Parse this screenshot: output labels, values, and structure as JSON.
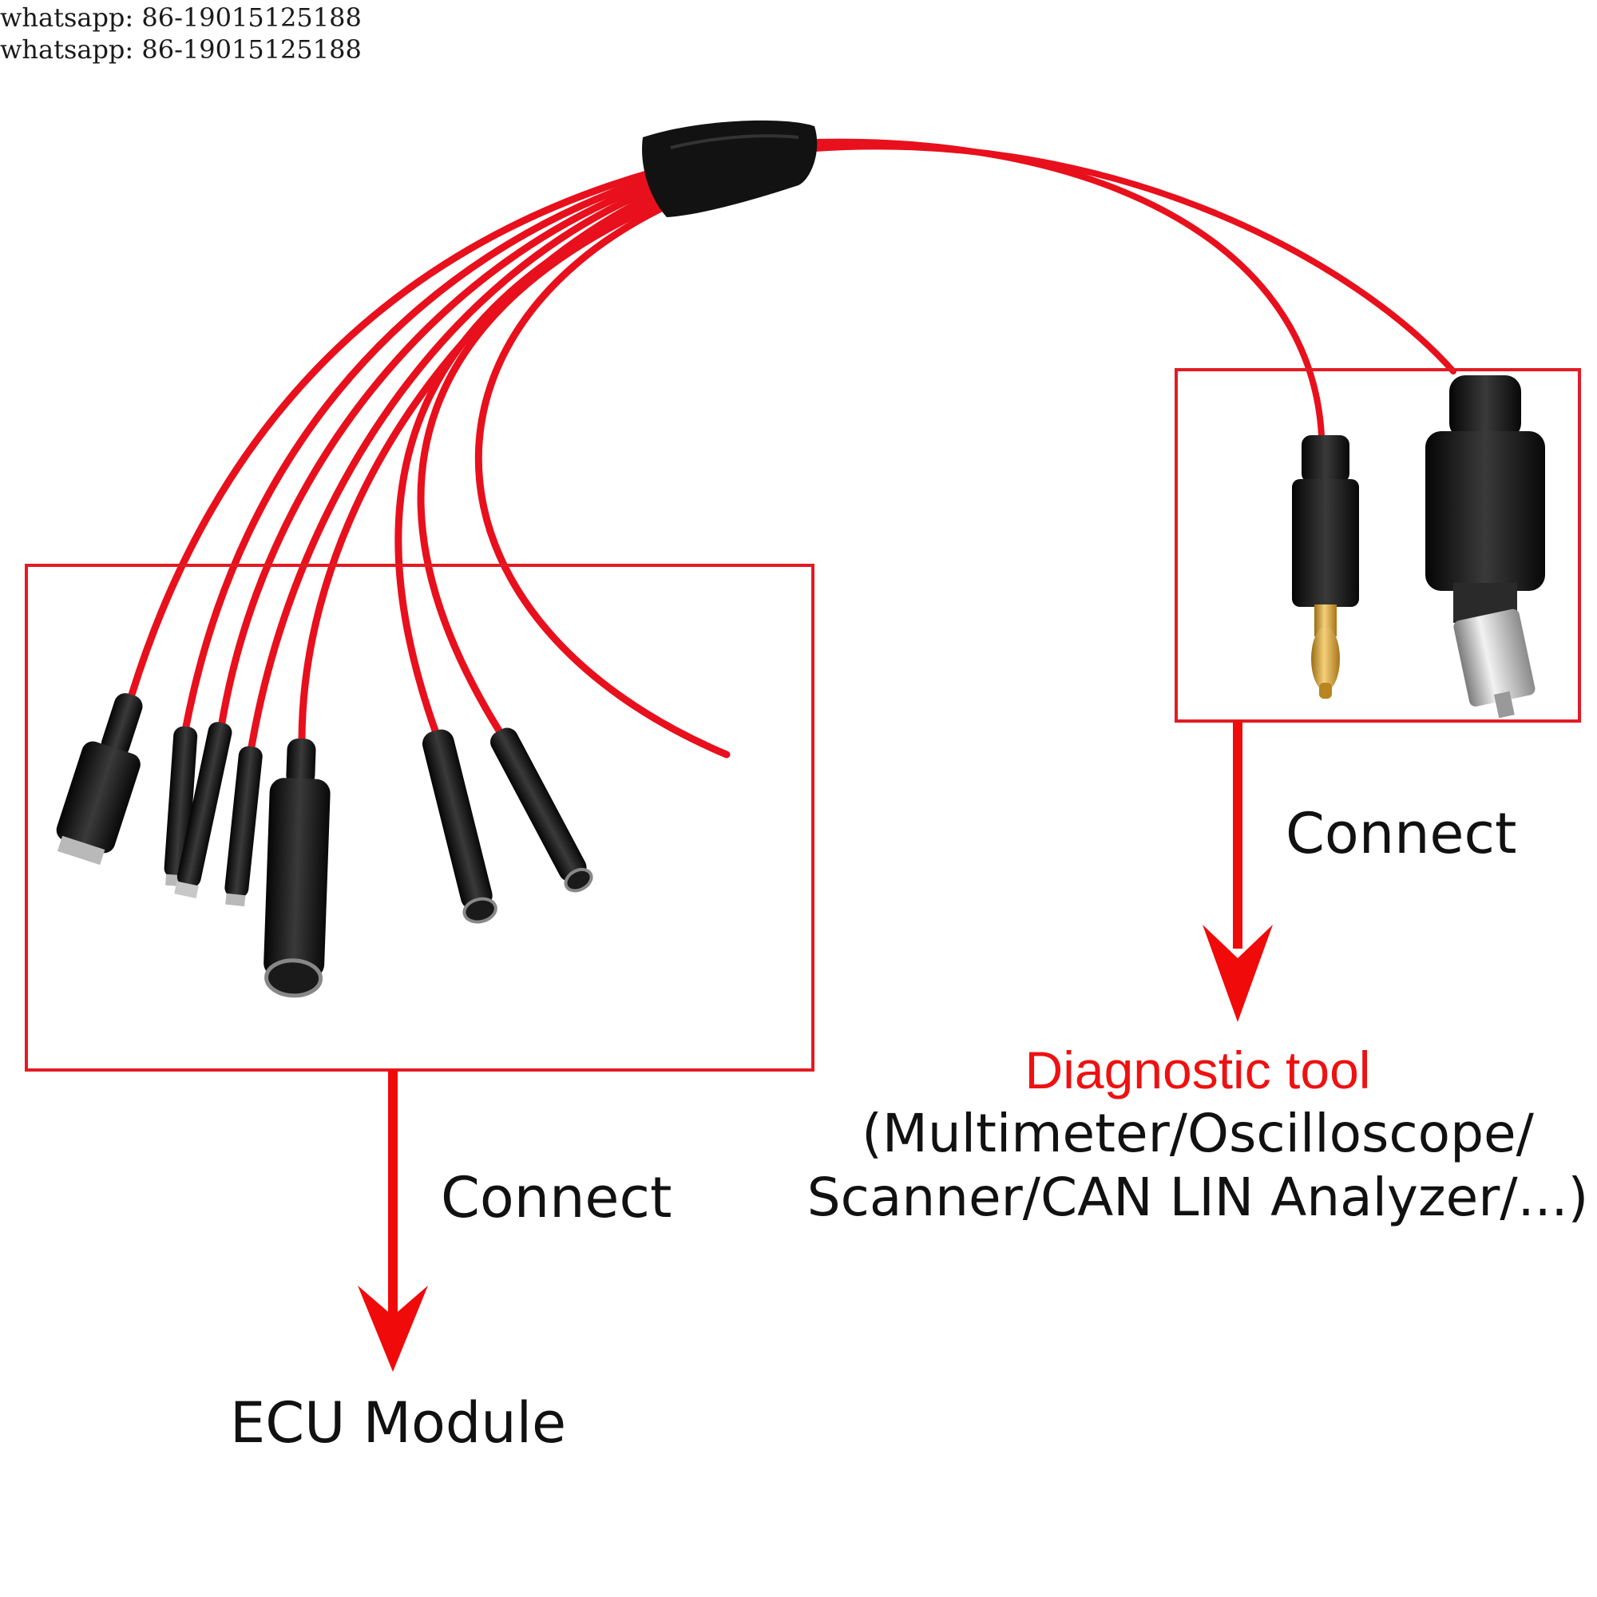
{
  "watermark": {
    "line1": "whatsapp: 86-19015125188",
    "line2": "whatsapp: 86-19015125188"
  },
  "labels": {
    "connect_right": "Connect",
    "connect_left": "Connect",
    "ecu_module": "ECU Module",
    "tool_title": "Diagnostic tool",
    "tool_line2": "(Multimeter/Oscilloscope/",
    "tool_line3": "Scanner/CAN LIN Analyzer/...)"
  },
  "colors": {
    "wire_red": "#e8101c",
    "box_red": "#e31b23",
    "arrow_red": "#f00a0a",
    "connector_black": "#141414",
    "brass": "#d4a23a",
    "title_red": "#ee1111"
  },
  "icons": {
    "splitter": "wire-splitter-icon",
    "banana_plug": "banana-plug-icon",
    "bnc_plug": "bnc-plug-icon",
    "female_terminal": "female-terminal-icon"
  }
}
